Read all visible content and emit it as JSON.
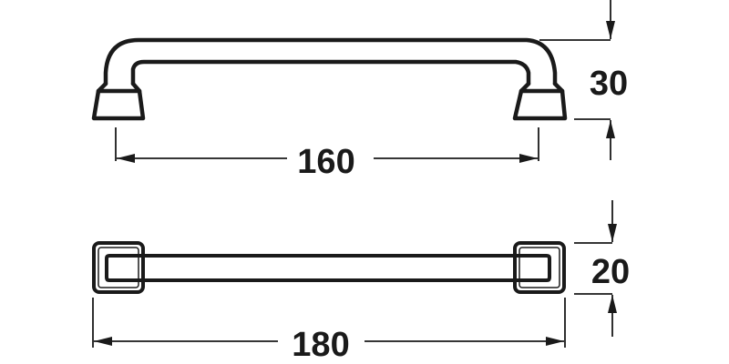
{
  "drawing": {
    "line_color": "#1a1a1a",
    "background": "#ffffff",
    "side_view": {
      "label": "handle-side-view",
      "dimensions": {
        "centres": {
          "value": "160"
        },
        "projection": {
          "value": "30"
        }
      }
    },
    "top_view": {
      "label": "handle-top-view",
      "dimensions": {
        "overall_length": {
          "value": "180"
        },
        "width": {
          "value": "20"
        }
      }
    }
  }
}
